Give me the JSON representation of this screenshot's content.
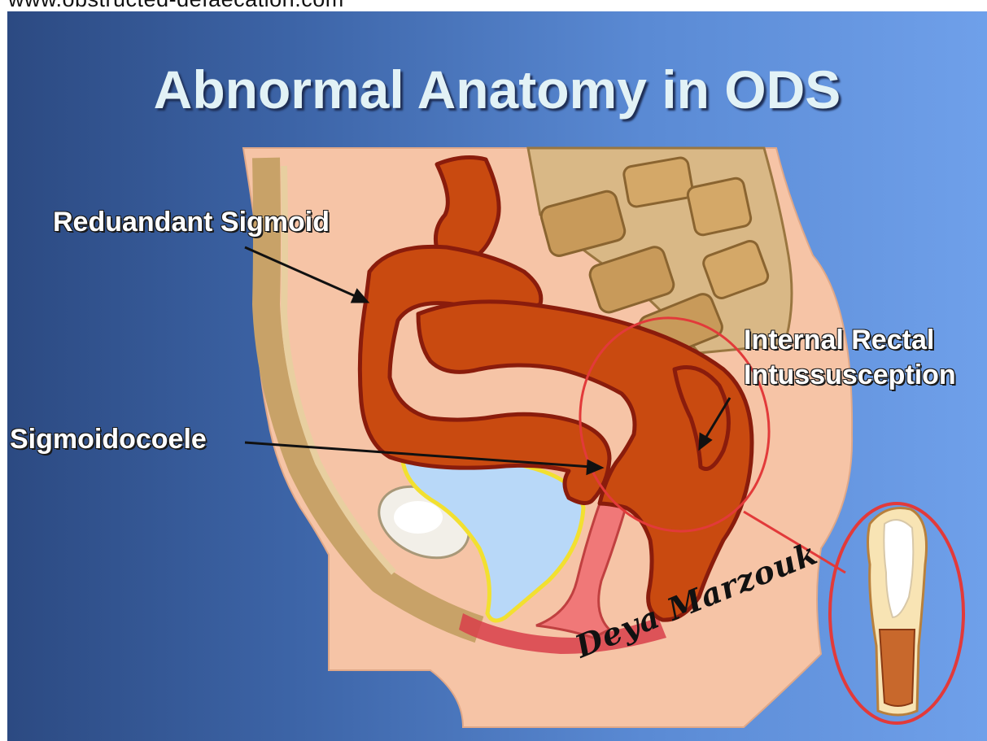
{
  "url": "www.obstructed-defaecation.com",
  "title": "Abnormal Anatomy in ODS",
  "labels": {
    "reduandant_sigmoid": "Reduandant Sigmoid",
    "sigmoidocoele": "Sigmoidocoele",
    "internal_rectal_line1": "Internal Rectal",
    "internal_rectal_line2": "Intussusception"
  },
  "signature": "Deya Marzouk",
  "colors": {
    "background_left": "#2c4a82",
    "background_right": "#6fa0ea",
    "title": "#e2f2f6",
    "colon": "#c94a10",
    "colon_outline": "#8a1c0c",
    "bladder": "#b8d8f8",
    "bladder_outline": "#f2e030",
    "skin": "#f6c4a6",
    "bone": "#c8a268",
    "highlight_ring": "#e23a3a"
  }
}
